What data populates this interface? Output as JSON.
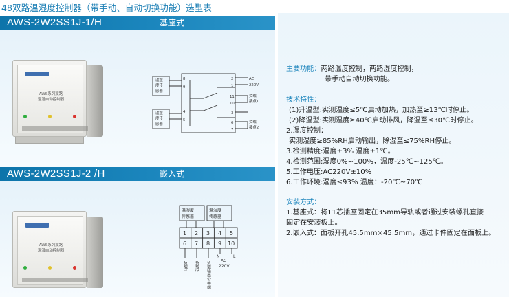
{
  "page_title": "48双路温湿度控制器（带手动、自动切换功能）选型表",
  "models": [
    {
      "name": "AWS-2W2SS1J-1/H",
      "mount_type": "基座式"
    },
    {
      "name": "AWS-2W2SS1J-2 /H",
      "mount_type": "嵌入式"
    }
  ],
  "device": {
    "series_line_1": "AWS系列双路",
    "series_line_2": "温湿自动控制器"
  },
  "wiring_1": {
    "sensor_top": [
      "温湿",
      "度传",
      "感器"
    ],
    "sensor_bottom": [
      "温湿",
      "度传",
      "感器"
    ],
    "ac_label": "AC",
    "ac_voltage": "220V",
    "load_1": [
      "负载",
      "接点1"
    ],
    "load_2": [
      "负载",
      "接点2"
    ],
    "left_pins": [
      "8",
      "9",
      "4",
      "5"
    ],
    "right_pins": [
      "2",
      "1",
      "11",
      "10",
      "3",
      "6",
      "7"
    ]
  },
  "wiring_2": {
    "sensor_left": [
      "温湿度",
      "传感器"
    ],
    "sensor_right": [
      "温湿度",
      "传感器"
    ],
    "top_row": [
      "1",
      "2",
      "3",
      "4",
      "5"
    ],
    "bottom_row": [
      "6",
      "7",
      "8",
      "9",
      "10"
    ],
    "labels": [
      "负载1",
      "负载2",
      "负载输出公共端"
    ],
    "ac_label": "AC",
    "ac_voltage": "220V",
    "n_label": "N",
    "l_label": "L"
  },
  "specs": {
    "main_function_label": "主要功能：",
    "main_function_line1": "两路温度控制，两路湿度控制，",
    "main_function_line2": "带手动自动切换功能。",
    "tech_heading": "技术特性：",
    "lines": [
      "(1)升温型:实测温度≤5℃启动加热，加热至≥13℃时停止。",
      "(2)降温型:实测温度≥40℃启动排风，降温至≤30℃时停止。",
      "2.湿度控制：",
      "实测湿度≥85%RH启动输出，除湿至≤75%RH停止。",
      "3.检测精度:湿度±3% 温度±1℃。",
      "4.检测范围:湿度0%~100%，温度-25℃~125℃。",
      "5.工作电压:AC220V±10%",
      "6.工作环境:湿度≤93% 温度：-20℃~70℃"
    ],
    "install_heading": "安装方式：",
    "install_lines": [
      "1.基座式：将11芯插座固定在35mm导轨或者通过安装螺孔直接",
      "固定在安装板上。",
      "2.嵌入式：面板开孔45.5mm×45.5mm，通过卡件固定在面板上。"
    ]
  },
  "colors": {
    "accent": "#1c7fb5",
    "bar": "#0d74aa",
    "panel_bg": "#ebf5fb"
  }
}
